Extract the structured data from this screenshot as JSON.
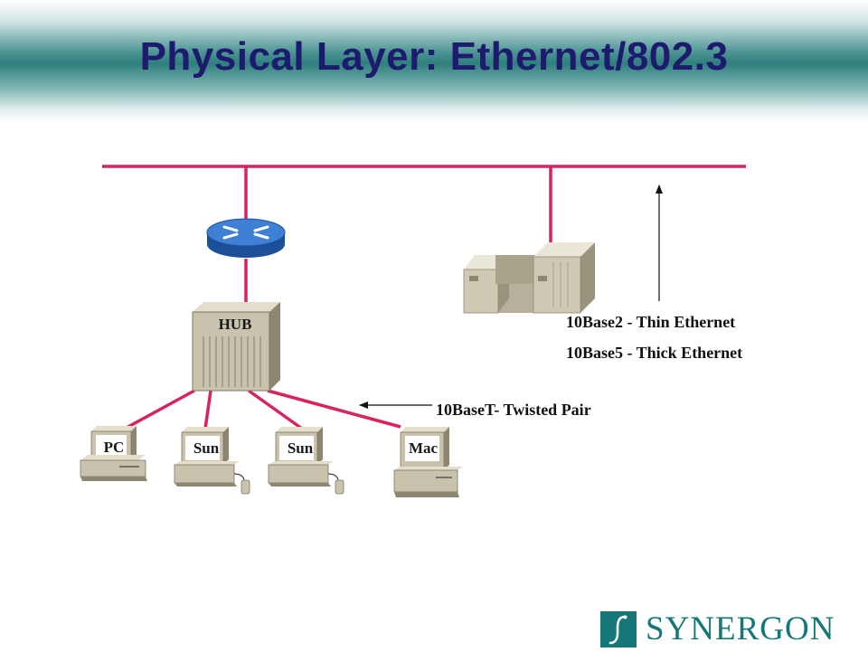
{
  "slide": {
    "title": "Physical Layer: Ethernet/802.3"
  },
  "diagram": {
    "hub_label": "HUB",
    "computers": [
      "PC",
      "Sun",
      "Sun",
      "Mac"
    ],
    "media_labels": {
      "thin": "10Base2 - Thin Ethernet",
      "thick": "10Base5 - Thick Ethernet",
      "twisted": "10BaseT- Twisted Pair"
    },
    "colors": {
      "cable": "#d8245a",
      "router": "#2e6fc6",
      "device": "#c9c3ad",
      "title": "#1e1a6e",
      "brand": "#157777"
    }
  },
  "branding": {
    "logo_text": "SYNERGON"
  }
}
